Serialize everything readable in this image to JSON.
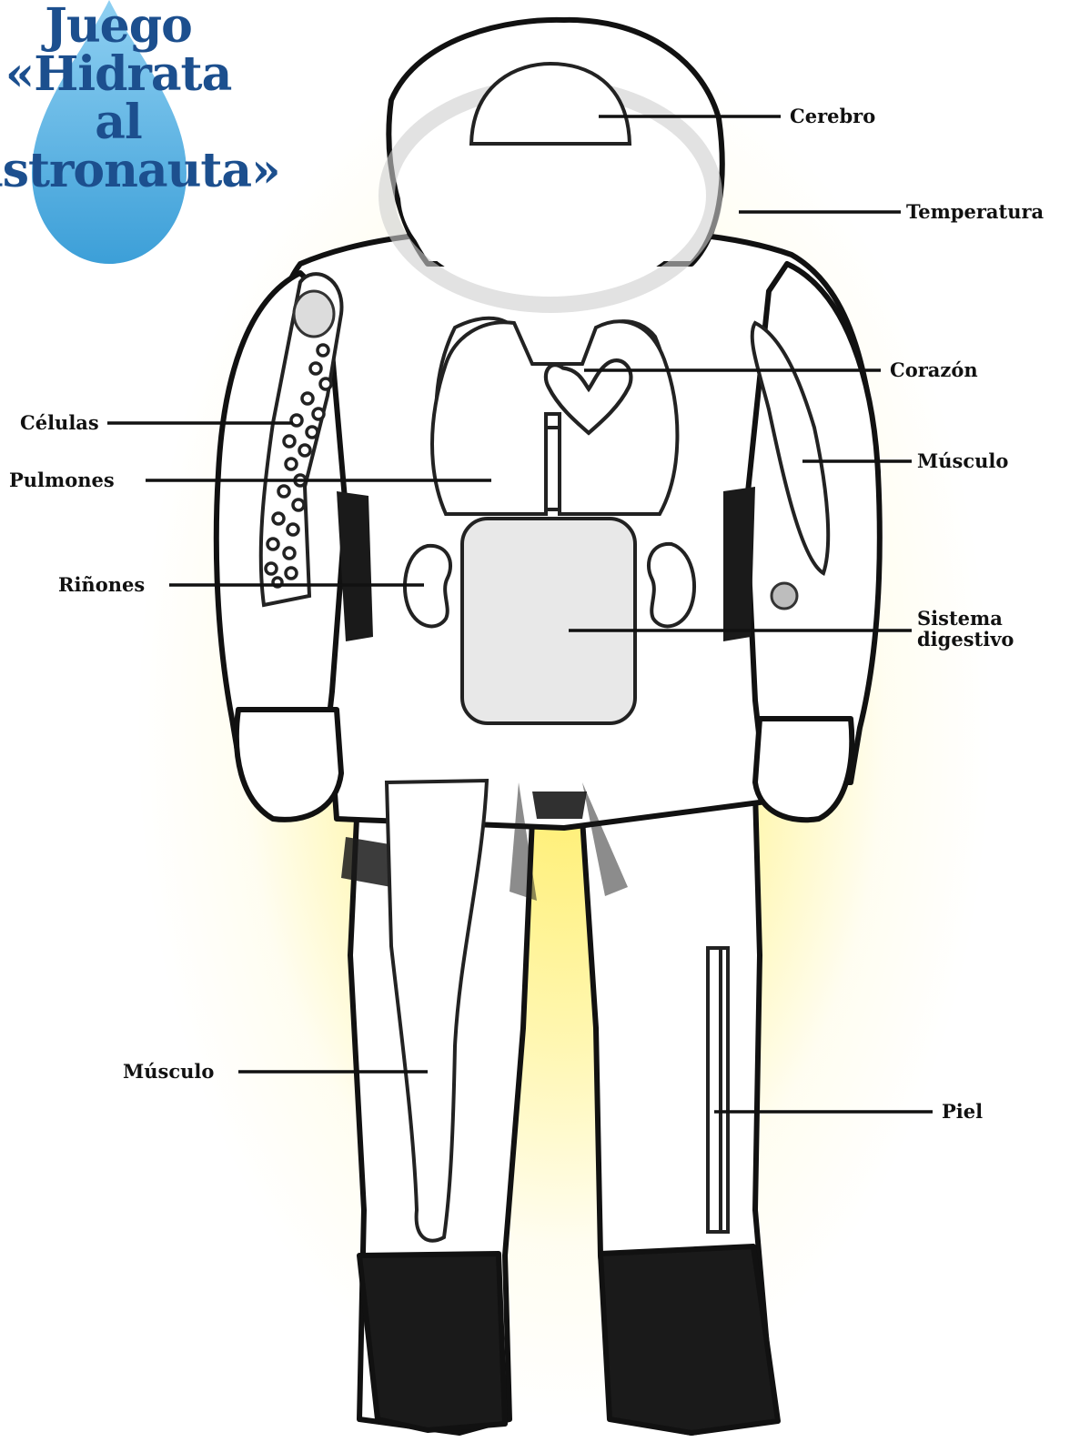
{
  "title": {
    "lines": [
      "Juego",
      "«Hidrata",
      "al",
      "astronauta»"
    ]
  },
  "labels": {
    "cerebro": "Cerebro",
    "temperatura": "Temperatura",
    "corazon": "Corazón",
    "musculo_brazo": "Músculo",
    "celulas": "Células",
    "pulmones": "Pulmones",
    "rinones": "Riñones",
    "sistema_line1": "Sistema",
    "sistema_line2": "digestivo",
    "musculo_pierna": "Músculo",
    "piel": "Piel"
  },
  "colors": {
    "title": "#1c4f8e",
    "drop": "#4aa8dc",
    "glow": "#ffec5a",
    "outline": "#111111",
    "digestive_fill": "#e8e8e8"
  }
}
